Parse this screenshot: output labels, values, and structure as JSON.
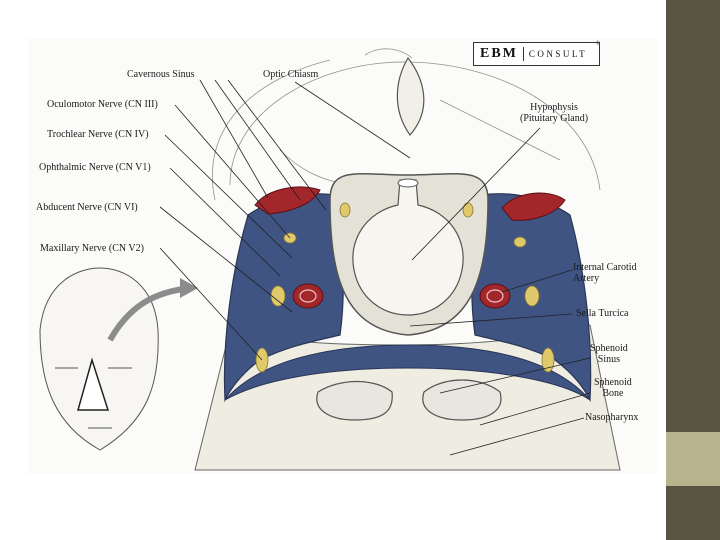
{
  "logo": {
    "main": "EBM",
    "sub": "CONSULT",
    "mark": "®"
  },
  "labels": {
    "cavernous_sinus": "Cavernous Sinus",
    "optic_chiasm": "Optic Chiasm",
    "oculomotor": "Oculomotor Nerve (CN III)",
    "trochlear": "Trochlear Nerve (CN IV)",
    "ophthalmic": "Ophthalmic Nerve (CN V1)",
    "abducent": "Abducent Nerve (CN VI)",
    "maxillary": "Maxillary Nerve (CN V2)",
    "hypophysis_1": "Hypophysis",
    "hypophysis_2": "(Pituitary Gland)",
    "internal_carotid_1": "Internal Carotid",
    "internal_carotid_2": "Artery",
    "sella_turcica": "Sella Turcica",
    "sphenoid_sinus_1": "Sphenoid",
    "sphenoid_sinus_2": "Sinus",
    "sphenoid_bone_1": "Sphenoid",
    "sphenoid_bone_2": "Bone",
    "nasopharynx": "Nasopharynx"
  },
  "colors": {
    "side_bar": "#5a5443",
    "side_accent": "#b7b38f",
    "sinus_tissue": "#3f5483",
    "artery": "#a3262b",
    "nerve": "#e0c96a",
    "bone": "#efece2"
  }
}
